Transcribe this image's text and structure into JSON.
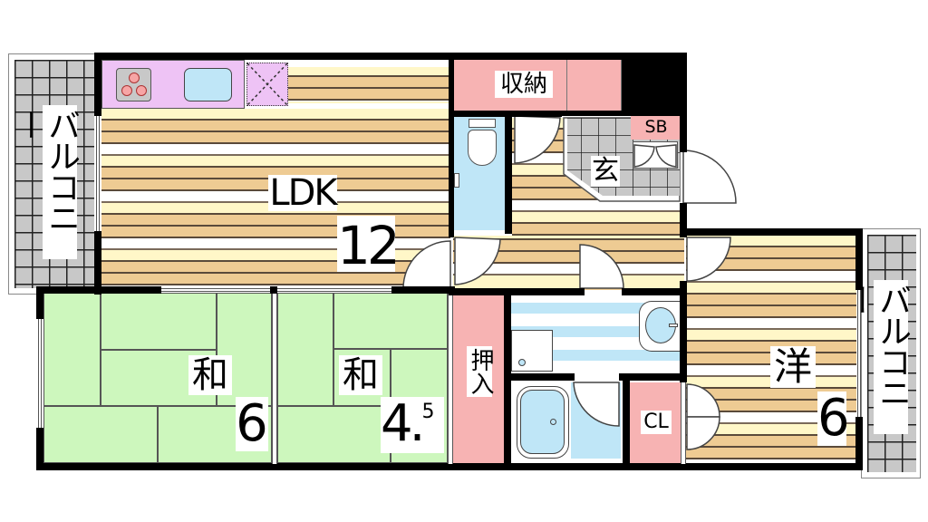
{
  "floorplan": {
    "rooms": {
      "ldk": {
        "name": "LDK",
        "size": "12"
      },
      "washitsu_a": {
        "name": "和",
        "size": "6"
      },
      "washitsu_b": {
        "name": "和",
        "size": "4.",
        "size_sup": "5"
      },
      "yoshitsu": {
        "name": "洋",
        "size": "6"
      },
      "genkan": {
        "name": "玄"
      },
      "storage": {
        "name": "収納"
      },
      "oshiire": {
        "name": "押入"
      },
      "closet": {
        "name": "CL"
      },
      "shoebox": {
        "name": "SB"
      },
      "balcony_west": {
        "name": "バルコニー"
      },
      "balcony_east": {
        "name": "バルコニー"
      }
    },
    "colors": {
      "wall": "#000000",
      "wood_light": "#fff7c8",
      "wood_tan": "#eecb93",
      "tatami": "#cdf7bd",
      "storage_pink": "#f7b3b3",
      "kitchen_purple": "#eec3f5",
      "water_blue": "#bfe6f7",
      "tile_gray": "#c8c8c8"
    }
  }
}
